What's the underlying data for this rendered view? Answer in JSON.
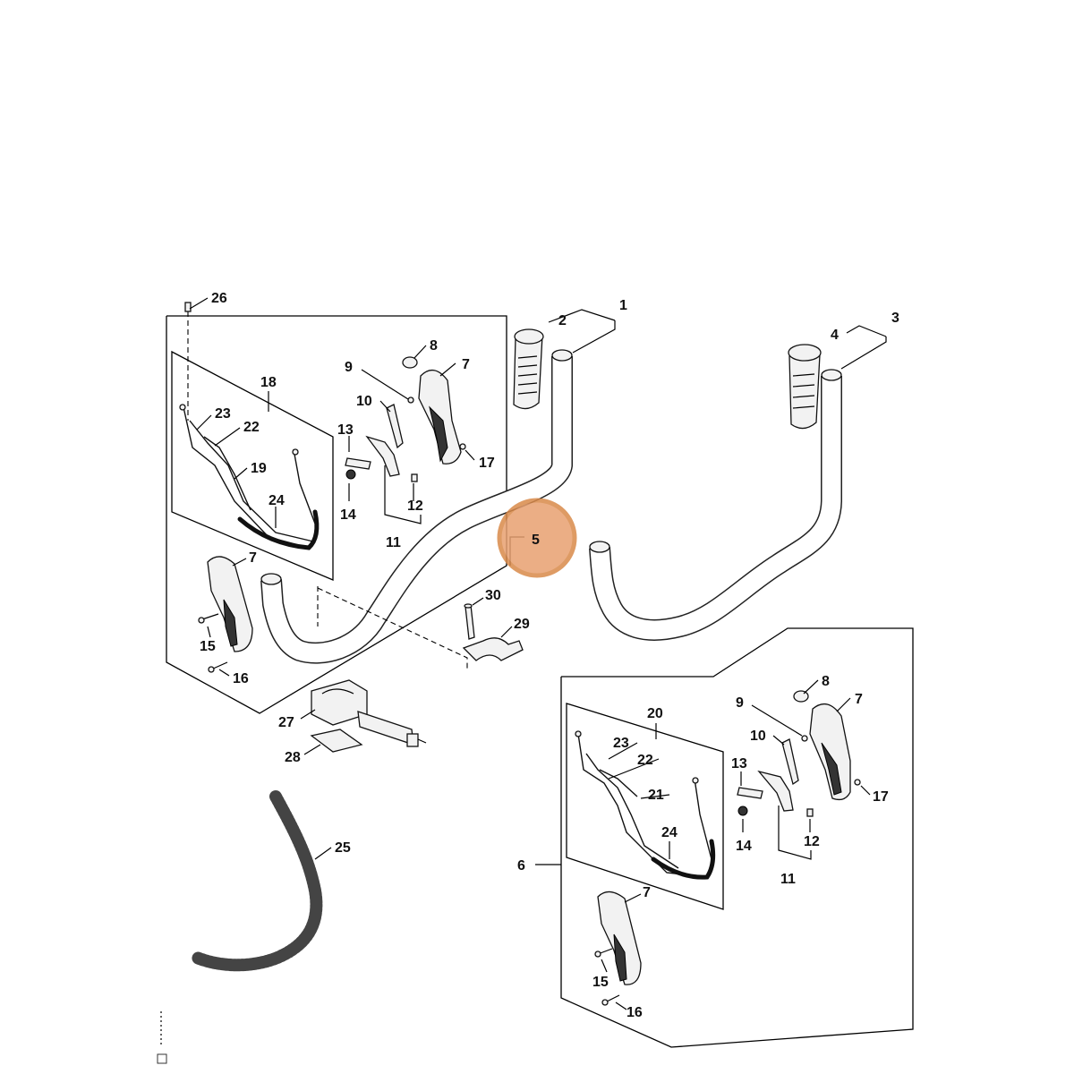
{
  "diagram": {
    "highlight": {
      "label": "5",
      "color": "#e8a070",
      "ring_color": "#d98a4a"
    },
    "labels": {
      "l1": "1",
      "l2": "2",
      "l3": "3",
      "l4": "4",
      "l5": "5",
      "l6": "6",
      "l7a": "7",
      "l7b": "7",
      "l7c": "7",
      "l7d": "7",
      "l8a": "8",
      "l8b": "8",
      "l9a": "9",
      "l9b": "9",
      "l10a": "10",
      "l10b": "10",
      "l11a": "11",
      "l11b": "11",
      "l12a": "12",
      "l12b": "12",
      "l13a": "13",
      "l13b": "13",
      "l14a": "14",
      "l14b": "14",
      "l15a": "15",
      "l15b": "15",
      "l16a": "16",
      "l16b": "16",
      "l17a": "17",
      "l17b": "17",
      "l18": "18",
      "l19": "19",
      "l20": "20",
      "l21": "21",
      "l22a": "22",
      "l22b": "22",
      "l23a": "23",
      "l23b": "23",
      "l24a": "24",
      "l24b": "24",
      "l25": "25",
      "l26": "26",
      "l27": "27",
      "l28": "28",
      "l29": "29",
      "l30": "30"
    }
  }
}
